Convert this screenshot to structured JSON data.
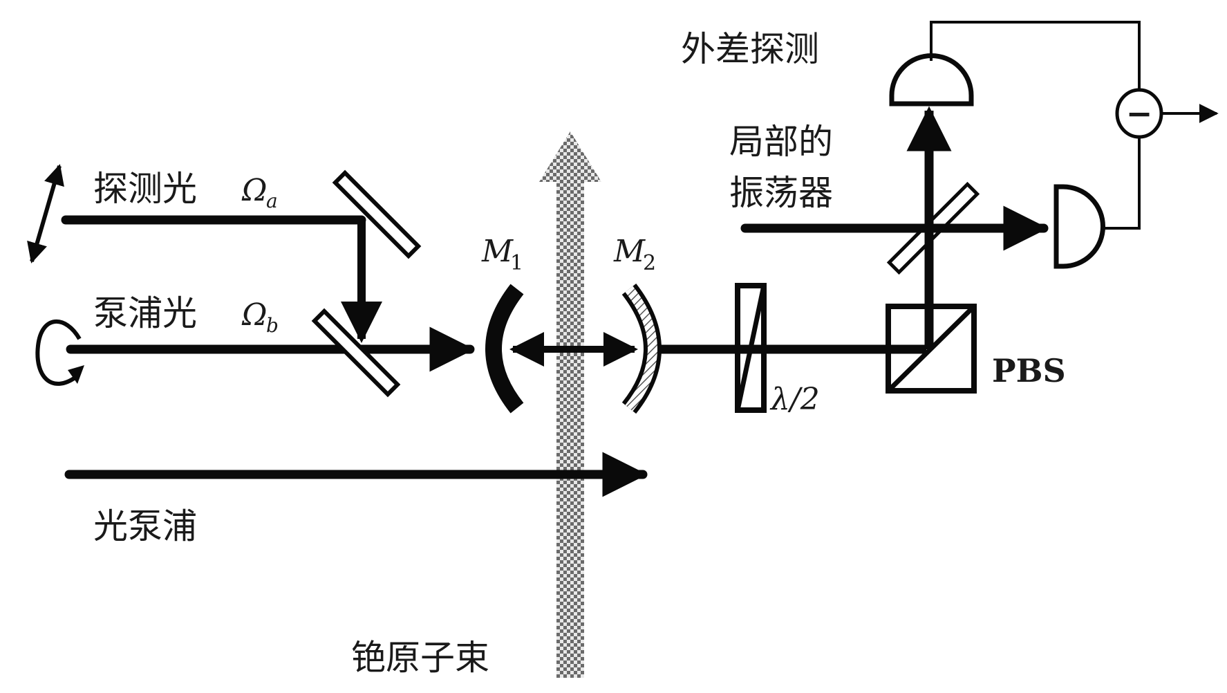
{
  "labels": {
    "heterodyne_detection": "外差探测",
    "local_oscillator_line1": "局部的",
    "local_oscillator_line2": "振荡器",
    "probe_light": "探测光",
    "probe_symbol": "Ω",
    "probe_subscript": "a",
    "pump_light": "泵浦光",
    "pump_symbol": "Ω",
    "pump_subscript": "b",
    "mirror1": "M",
    "mirror1_subscript": "1",
    "mirror2": "M",
    "mirror2_subscript": "2",
    "half_wave_plate": "λ/2",
    "pbs": "PBS",
    "optical_pumping": "光泵浦",
    "cesium_atom_beam": "铯原子束",
    "subtractor_symbol": "−"
  },
  "colors": {
    "ink": "#0a0a0a",
    "background": "#ffffff",
    "atom_beam_pattern": "#8a8a8a"
  }
}
